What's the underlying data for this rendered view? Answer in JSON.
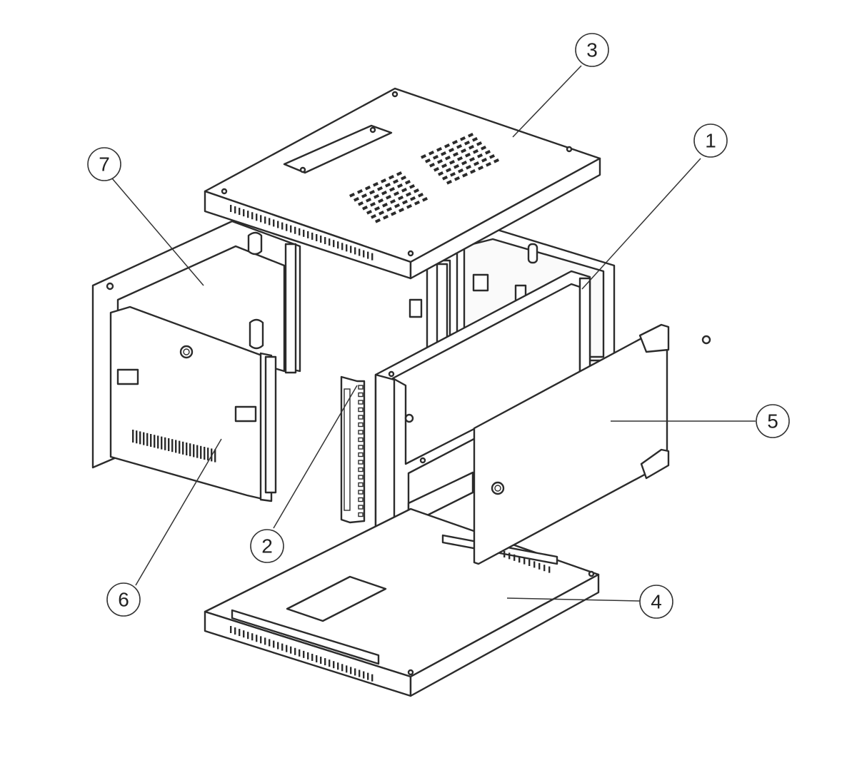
{
  "diagram": {
    "colors": {
      "line": "#2b2b2b",
      "background": "#ffffff"
    },
    "callouts": [
      {
        "id": "1",
        "label": "1"
      },
      {
        "id": "2",
        "label": "2"
      },
      {
        "id": "3",
        "label": "3"
      },
      {
        "id": "4",
        "label": "4"
      },
      {
        "id": "5",
        "label": "5"
      },
      {
        "id": "6",
        "label": "6"
      },
      {
        "id": "7",
        "label": "7"
      }
    ],
    "parts": [
      {
        "name": "front-frame",
        "callout": "1"
      },
      {
        "name": "mounting-rail",
        "callout": "2"
      },
      {
        "name": "top-cover",
        "callout": "3"
      },
      {
        "name": "base-plate",
        "callout": "4"
      },
      {
        "name": "front-door",
        "callout": "5"
      },
      {
        "name": "side-panel",
        "callout": "6"
      },
      {
        "name": "rear-wall-frame",
        "callout": "7"
      }
    ]
  }
}
